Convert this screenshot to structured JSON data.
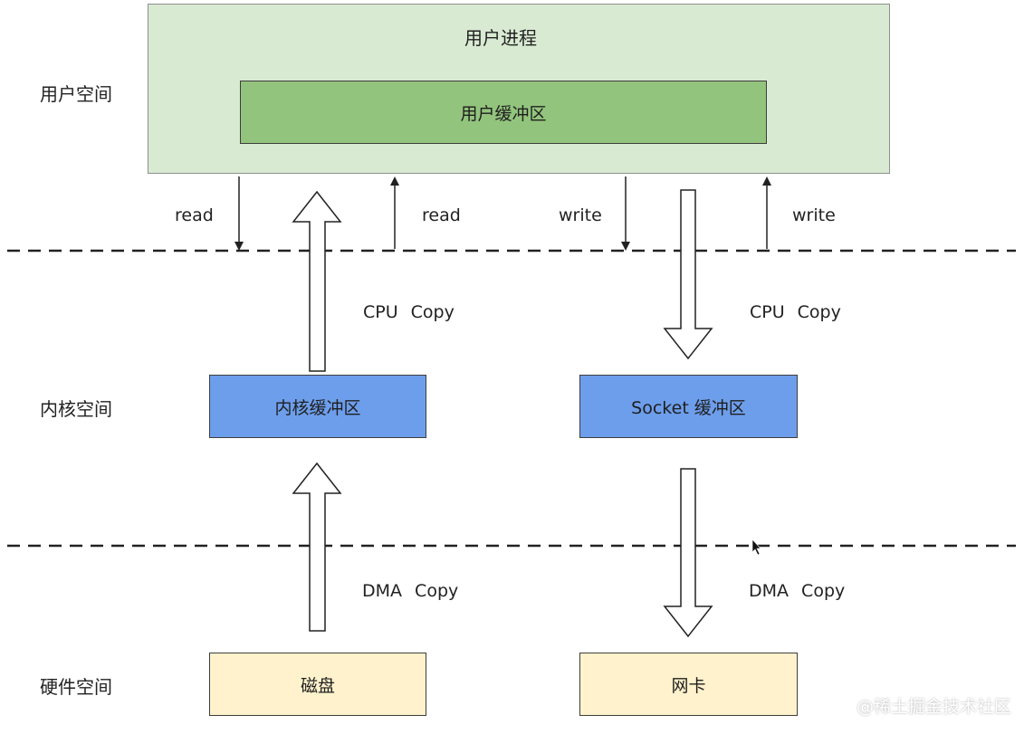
{
  "colors": {
    "process_fill": "#d9ead3",
    "user_buffer_fill": "#93c47d",
    "kernel_fill": "#6d9eeb",
    "hardware_fill": "#fff2cc",
    "line": "#222222"
  },
  "regions": {
    "user_space": "用户空间",
    "kernel_space": "内核空间",
    "hardware_space": "硬件空间"
  },
  "user_process": {
    "title": "用户进程",
    "buffer": "用户缓冲区"
  },
  "kernel": {
    "kernel_buffer": "内核缓冲区",
    "socket_buffer": "Socket 缓冲区"
  },
  "hardware": {
    "disk": "磁盘",
    "nic": "网卡"
  },
  "syscalls": {
    "read_left": "read",
    "read_right": "read",
    "write_left": "write",
    "write_right": "write"
  },
  "copies": {
    "cpu_left": "CPU Copy",
    "cpu_right": "CPU Copy",
    "dma_left": "DMA Copy",
    "dma_right": "DMA Copy"
  },
  "watermark": "@稀土掘金技术社区"
}
